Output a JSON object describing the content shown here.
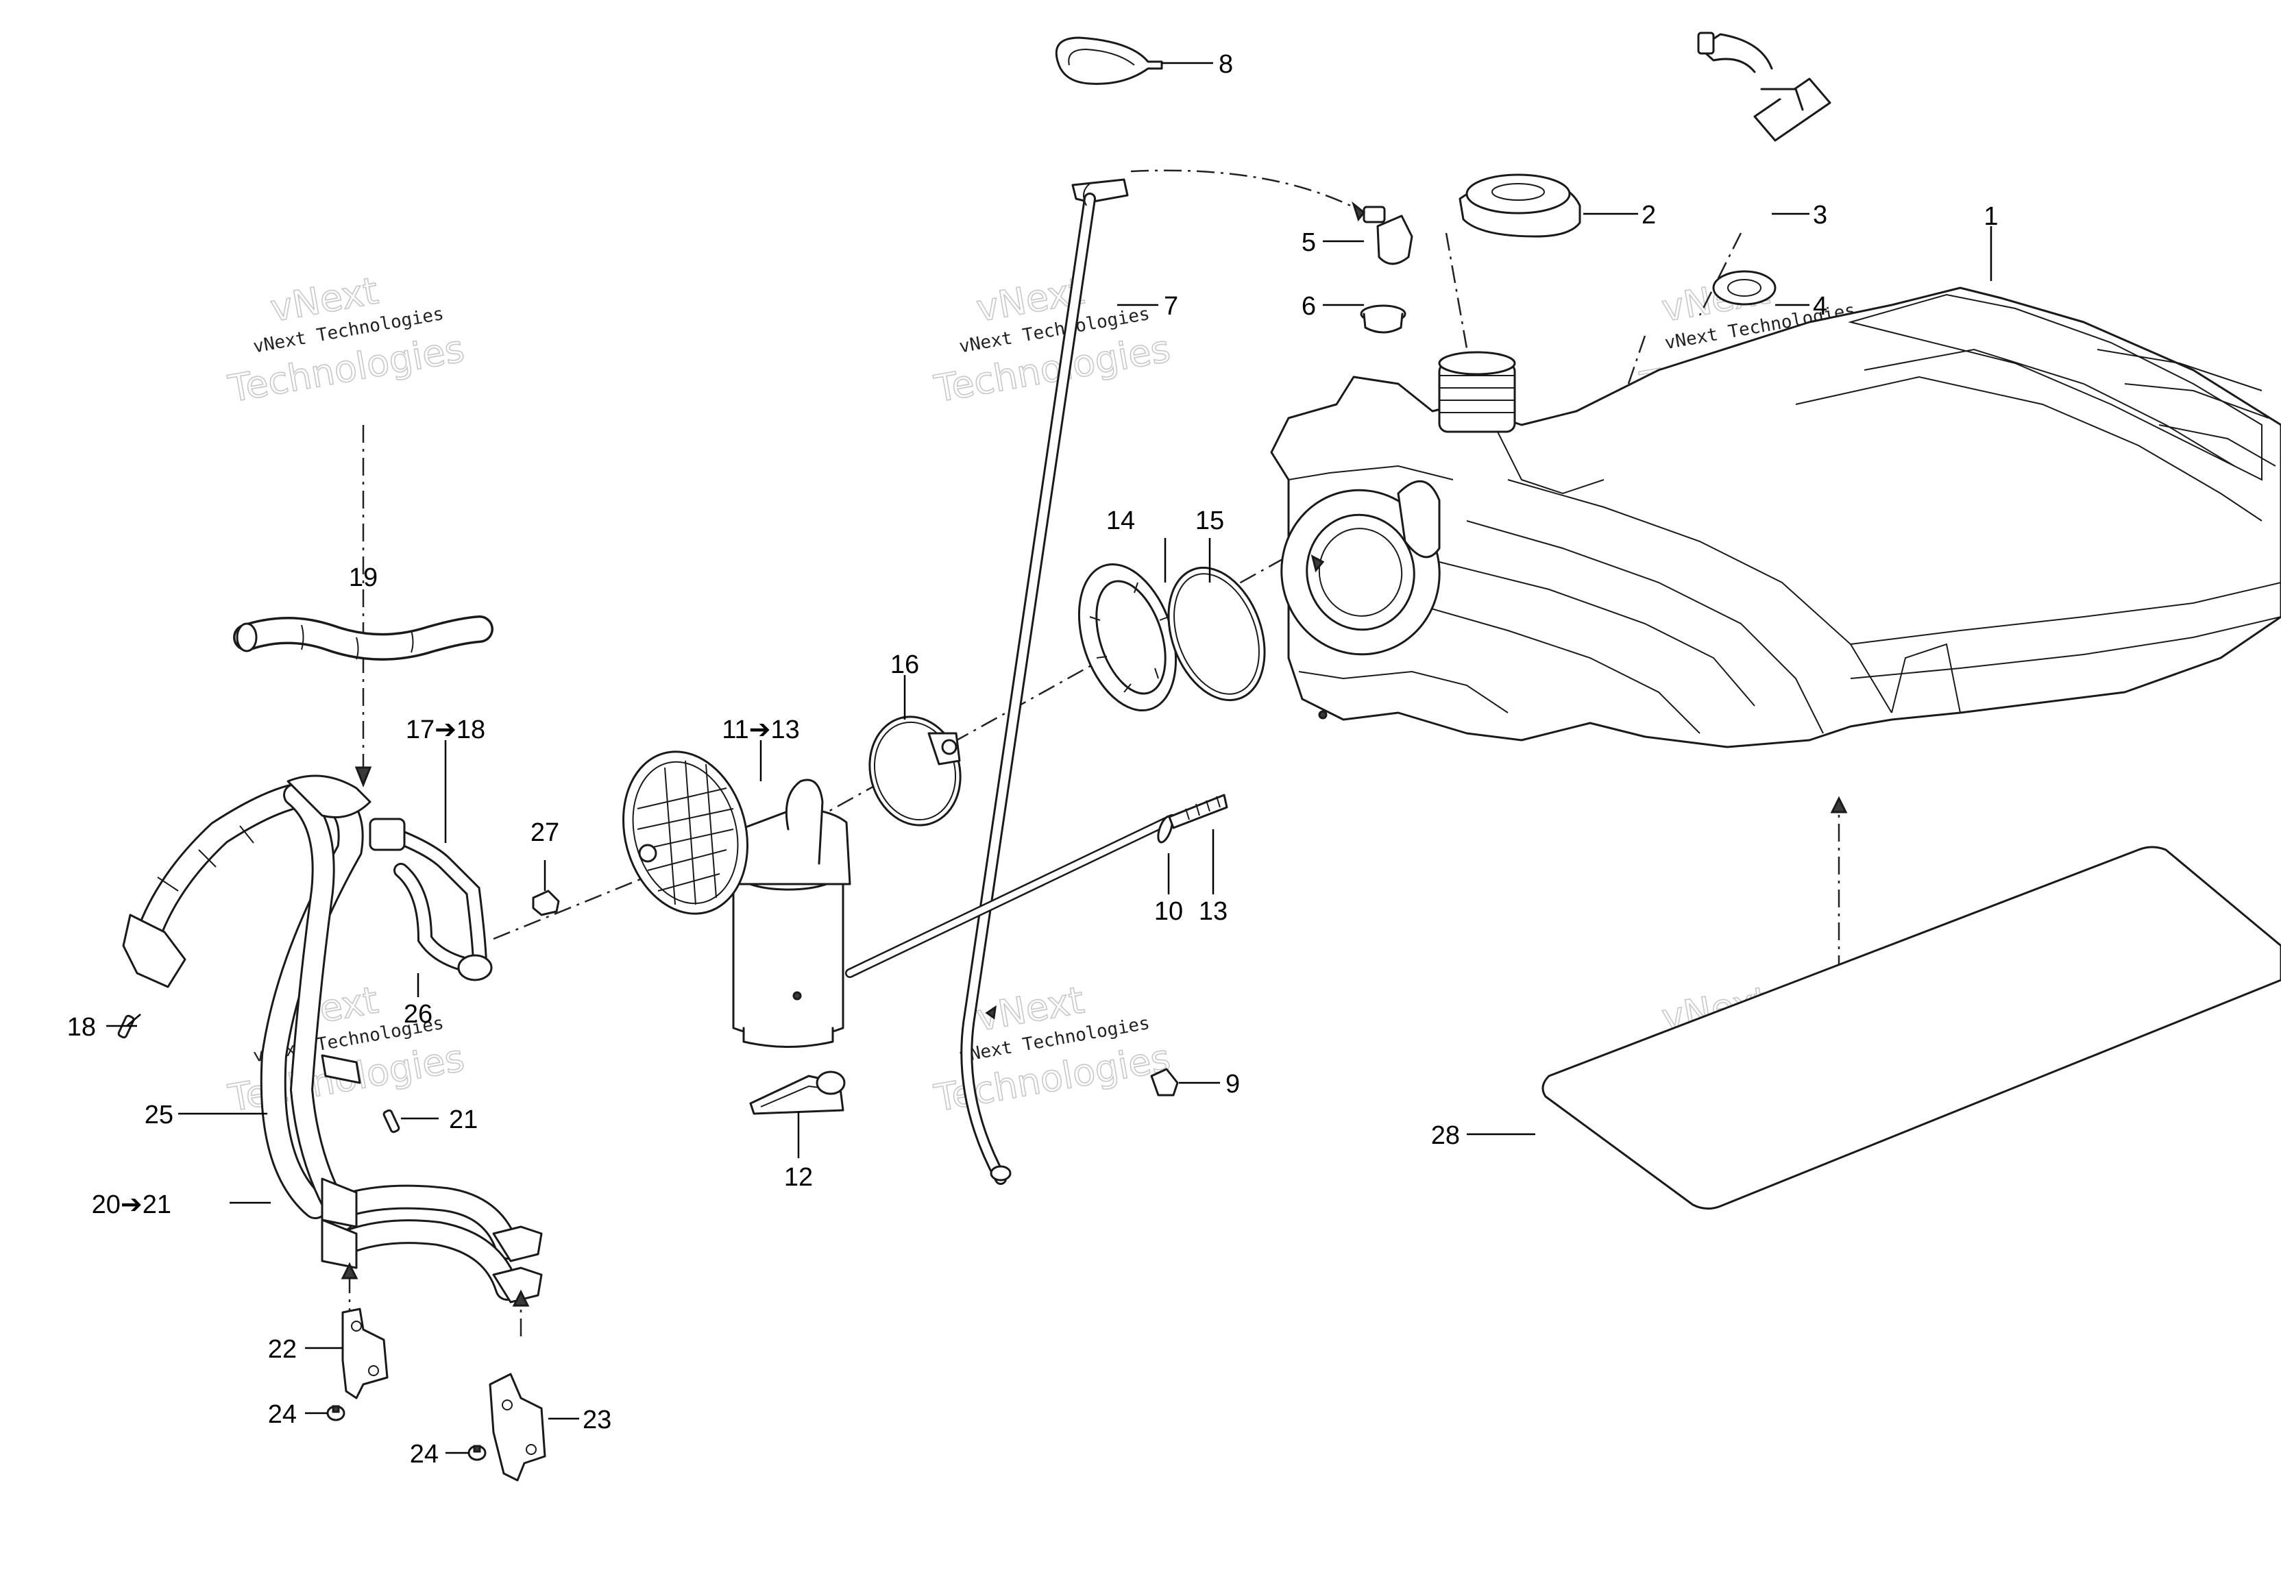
{
  "callouts": [
    {
      "id": "c1",
      "text": "1"
    },
    {
      "id": "c2",
      "text": "2"
    },
    {
      "id": "c3",
      "text": "3"
    },
    {
      "id": "c4",
      "text": "4"
    },
    {
      "id": "c5",
      "text": "5"
    },
    {
      "id": "c6",
      "text": "6"
    },
    {
      "id": "c7",
      "text": "7"
    },
    {
      "id": "c8",
      "text": "8"
    },
    {
      "id": "c9",
      "text": "9"
    },
    {
      "id": "c10",
      "text": "10"
    },
    {
      "id": "c11",
      "text": "11➔13"
    },
    {
      "id": "c12",
      "text": "12"
    },
    {
      "id": "c13",
      "text": "13"
    },
    {
      "id": "c14",
      "text": "14"
    },
    {
      "id": "c15",
      "text": "15"
    },
    {
      "id": "c16",
      "text": "16"
    },
    {
      "id": "c17",
      "text": "17➔18"
    },
    {
      "id": "c18",
      "text": "18"
    },
    {
      "id": "c19",
      "text": "19"
    },
    {
      "id": "c20",
      "text": "20➔21"
    },
    {
      "id": "c21",
      "text": "21"
    },
    {
      "id": "c22",
      "text": "22"
    },
    {
      "id": "c23",
      "text": "23"
    },
    {
      "id": "c24a",
      "text": "24"
    },
    {
      "id": "c24b",
      "text": "24"
    },
    {
      "id": "c25",
      "text": "25"
    },
    {
      "id": "c26",
      "text": "26"
    },
    {
      "id": "c27",
      "text": "27"
    },
    {
      "id": "c28",
      "text": "28"
    }
  ],
  "watermark": {
    "line1": "vNext",
    "line2": "vNext Technologies",
    "line3": "Technologies"
  },
  "colors": {
    "line": "#1a1a1a",
    "watermark_outline": "#c8c8c8",
    "background": "#ffffff"
  }
}
